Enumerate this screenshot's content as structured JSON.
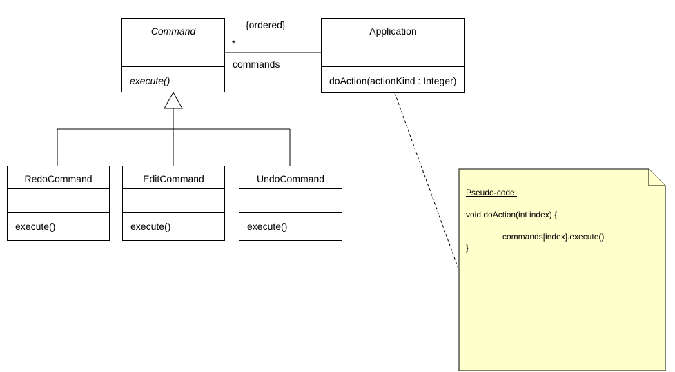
{
  "classes": {
    "command": {
      "name": "Command",
      "operation": "execute()"
    },
    "application": {
      "name": "Application",
      "operation": "doAction(actionKind : Integer)"
    },
    "redo": {
      "name": "RedoCommand",
      "operation": "execute()"
    },
    "edit": {
      "name": "EditCommand",
      "operation": "execute()"
    },
    "undo": {
      "name": "UndoCommand",
      "operation": "execute()"
    }
  },
  "association": {
    "constraint": "{ordered}",
    "multiplicity": "*",
    "role": "commands"
  },
  "note": {
    "title": "Pseudo-code:",
    "lines": [
      "void doAction(int index) {",
      "commands[index].execute()",
      "}"
    ],
    "fill": "#ffffcc"
  }
}
